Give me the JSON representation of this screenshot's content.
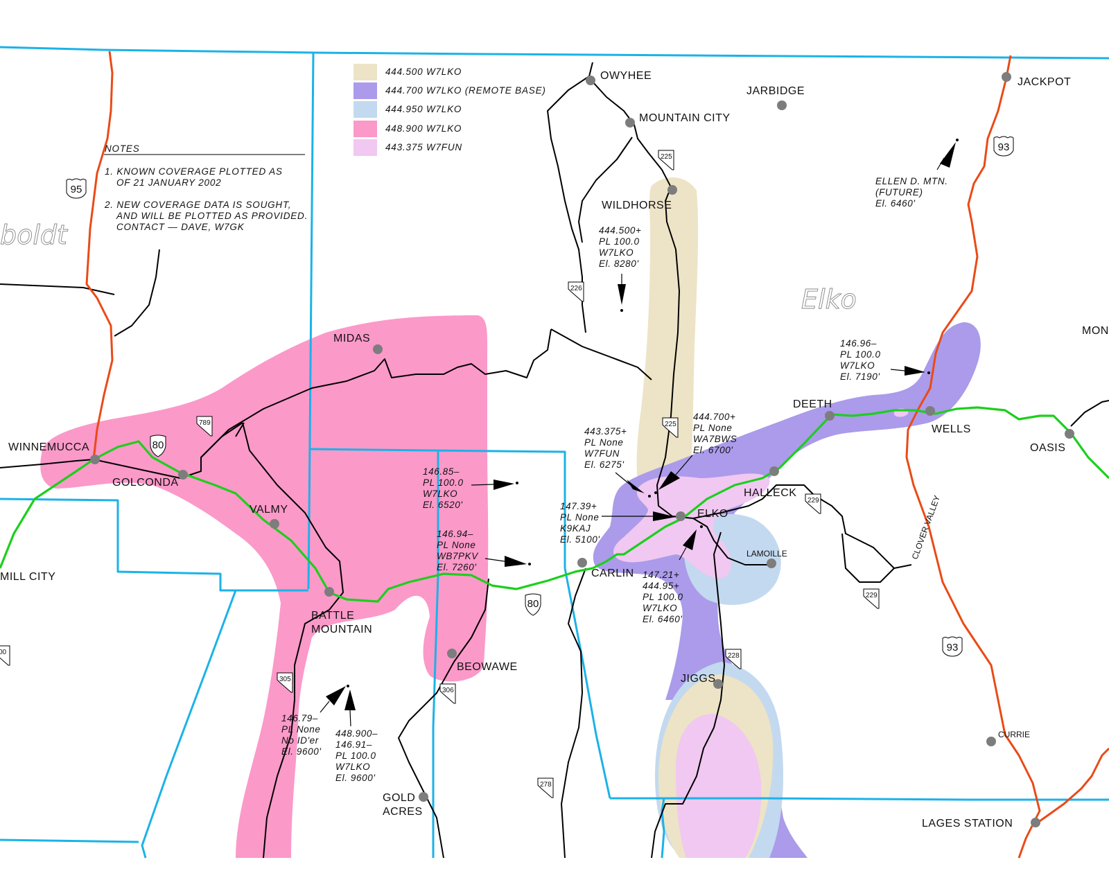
{
  "legend": {
    "items": [
      {
        "label": "444.500  W7LKO",
        "color": "#ede3c6"
      },
      {
        "label": "444.700  W7LKO  (REMOTE BASE)",
        "color": "#ab9bea"
      },
      {
        "label": "444.950  W7LKO",
        "color": "#c3d9ef"
      },
      {
        "label": "448.900  W7LKO",
        "color": "#fb99c9"
      },
      {
        "label": "443.375  W7FUN",
        "color": "#f0c8f1"
      }
    ]
  },
  "notes": {
    "title": "NOTES",
    "lines": [
      "1.  KNOWN  COVERAGE  PLOTTED  AS",
      "OF  21  JANUARY  2002",
      "2.  NEW  COVERAGE  DATA  IS  SOUGHT,",
      "AND  WILL  BE  PLOTTED  AS  PROVIDED.",
      "CONTACT  —  DAVE,  W7GK"
    ]
  },
  "counties": {
    "humboldt": "boldt",
    "elko": "Elko"
  },
  "towns": {
    "owyhee": "OWYHEE",
    "mountain_city": "MOUNTAIN  CITY",
    "jarbidge": "JARBIDGE",
    "jackpot": "JACKPOT",
    "wildhorse": "WILDHORSE",
    "midas": "MIDAS",
    "winnemucca": "WINNEMUCCA",
    "golconda": "GOLCONDA",
    "valmy": "VALMY",
    "mill_city": "MILL  CITY",
    "battle_mountain_1": "BATTLE",
    "battle_mountain_2": "MOUNTAIN",
    "beowawe": "BEOWAWE",
    "gold_acres_1": "GOLD",
    "gold_acres_2": "ACRES",
    "carlin": "CARLIN",
    "elko": "ELKO",
    "halleck": "HALLECK",
    "lamoille": "LAMOILLE",
    "deeth": "DEETH",
    "wells": "WELLS",
    "oasis": "OASIS",
    "montello_partial": "MON",
    "jiggs": "JIGGS",
    "currie": "CURRIE",
    "lages_station": "LAGES  STATION",
    "clover_valley": "CLOVER  VALLEY"
  },
  "shields": {
    "us95": "95",
    "us93_north": "93",
    "us93_south": "93",
    "i80_west": "80",
    "i80_east": "80",
    "nv225_north": "225",
    "nv225_south": "225",
    "nv226": "226",
    "nv789": "789",
    "nv305": "305",
    "nv306": "306",
    "nv278": "278",
    "nv228": "228",
    "nv229_north": "229",
    "nv229_south": "229",
    "nv400_partial": "00"
  },
  "sites": {
    "wildhorse_site": [
      "444.500+",
      "PL  100.0",
      "W7LKO",
      "El.  8280'"
    ],
    "ellen_d": [
      "ELLEN  D.  MTN.",
      "(FUTURE)",
      "El.  6460'"
    ],
    "wells_site": [
      "146.96–",
      "PL  100.0",
      "W7LKO",
      "El.  7190'"
    ],
    "w7fun_site": [
      "443.375+",
      "PL  None",
      "W7FUN",
      "El.  6275'"
    ],
    "wa7bws_site": [
      "444.700+",
      "PL  None",
      "WA7BWS",
      "El.  6700'"
    ],
    "k9kaj_site": [
      "147.39+",
      "PL  None",
      "K9KAJ",
      "El.  5100'"
    ],
    "elko_w7lko_site": [
      "147.21+",
      "444.95+",
      "PL  100.0",
      "W7LKO",
      "El.  6460'"
    ],
    "s14685_site": [
      "146.85–",
      "PL  100.0",
      "W7LKO",
      "El.  6520'"
    ],
    "s14694_site": [
      "146.94–",
      "PL  None",
      "WB7PKV",
      "El.  7260'"
    ],
    "s14679_site": [
      "146.79–",
      "PL  None",
      "No  ID'er",
      "El.  9600'"
    ],
    "s448900_site": [
      "448.900–",
      "146.91–",
      "PL  100.0",
      "W7LKO",
      "El.  9600'"
    ]
  }
}
